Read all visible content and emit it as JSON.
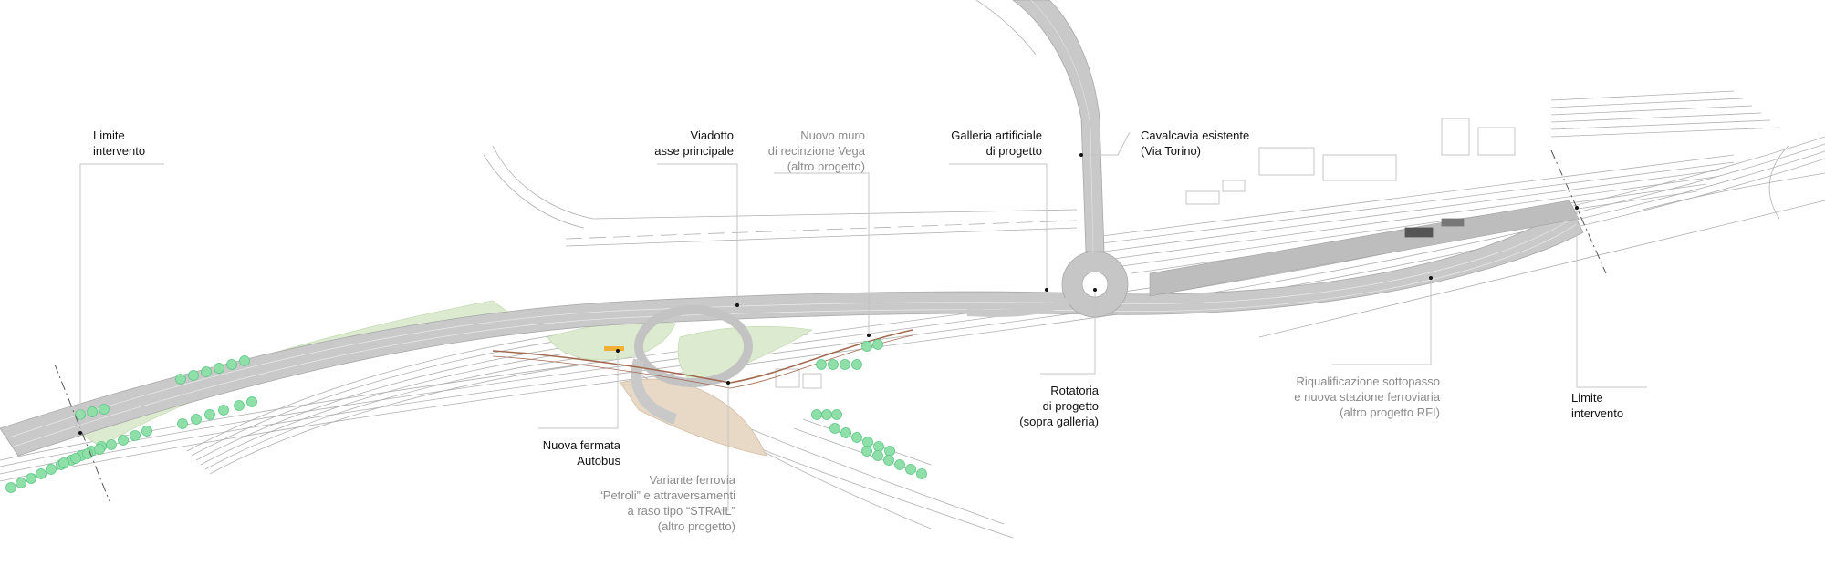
{
  "labels": {
    "limite_west": [
      "Limite",
      "intervento"
    ],
    "viadotto": [
      "Viadotto",
      "asse principale"
    ],
    "nuovo_muro": [
      "Nuovo muro",
      "di recinzione Vega",
      "(altro progetto)"
    ],
    "galleria": [
      "Galleria artificiale",
      "di progetto"
    ],
    "cavalcavia": [
      "Cavalcavia esistente",
      "(Via Torino)"
    ],
    "rotatoria": [
      "Rotatoria",
      "di progetto",
      "(sopra galleria)"
    ],
    "fermata": [
      "Nuova fermata",
      "Autobus"
    ],
    "variante": [
      "Variante ferrovia",
      "“Petroli” e attraversamenti",
      "a raso tipo “STRAIL”",
      "(altro progetto)"
    ],
    "riqualificazione": [
      "Riqualificazione sottopasso",
      "e nuova stazione ferroviaria",
      "(altro progetto RFI)"
    ],
    "limite_east": [
      "Limite",
      "intervento"
    ]
  },
  "colors": {
    "road": "#c9c9c9",
    "road_dark": "#b3b3b3",
    "line": "#9a9a9a",
    "green_area": "#dcebcf",
    "tan_area": "#e8d9c6",
    "tree": "#8fe0a8",
    "tree_stroke": "#5cc686",
    "rail": "#a36a52",
    "leader": "#c4c4c4"
  }
}
